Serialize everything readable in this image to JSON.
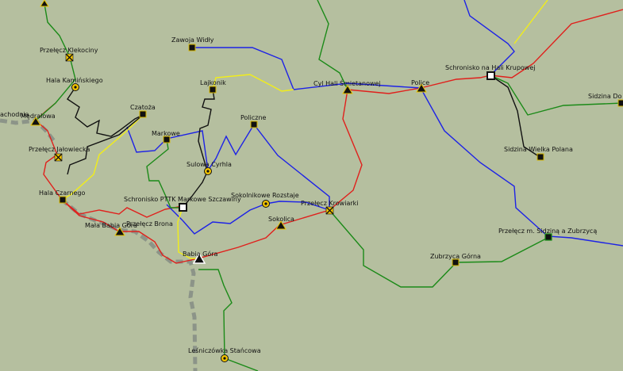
{
  "map": {
    "background": "#b5bf9f",
    "trail_colors": {
      "red": "#e0201c",
      "blue": "#1d22e6",
      "green": "#1b8a18",
      "yellow": "#f2ee18",
      "black": "#111111",
      "border": "#8c9488"
    }
  },
  "places": [
    {
      "id": "przelecz-klekociny",
      "label": "Przełęcz Klekociny",
      "marker": "cross"
    },
    {
      "id": "hala-kaminskiego",
      "label": "Hala Kamińskiego",
      "marker": "circle"
    },
    {
      "id": "zawoja-widly",
      "label": "Zawoja Widły",
      "marker": "square"
    },
    {
      "id": "lajkonik",
      "label": "Lajkonik",
      "marker": "square"
    },
    {
      "id": "czatoza",
      "label": "Czatoża",
      "marker": "square"
    },
    {
      "id": "mędralowa",
      "label": "Mędralowa",
      "marker": "triangle"
    },
    {
      "id": "przelecz-jalowiecka",
      "label": "Przełęcz Jałowiecka",
      "marker": "cross"
    },
    {
      "id": "markowe",
      "label": "Markowe",
      "marker": "square"
    },
    {
      "id": "policzne",
      "label": "Policzne",
      "marker": "square"
    },
    {
      "id": "sulowa-cyrhla",
      "label": "Sulowa Cyrhla",
      "marker": "circle"
    },
    {
      "id": "hala-czarnego",
      "label": "Hala Czarnego",
      "marker": "square"
    },
    {
      "id": "schronisko-markowe",
      "label": "Schronisko PTTK Markowe Szczawiny",
      "marker": "hut"
    },
    {
      "id": "sokolnikowe-rozstaje",
      "label": "Sokolnikowe Rozstaje",
      "marker": "circle"
    },
    {
      "id": "przelecz-krowiarki",
      "label": "Przełęcz Krowiarki",
      "marker": "cross"
    },
    {
      "id": "sokolica",
      "label": "Sokolica",
      "marker": "triangle"
    },
    {
      "id": "mala-babia-gora",
      "label": "Mała Babia Góra",
      "marker": "triangle"
    },
    {
      "id": "przelecz-brona",
      "label": "Przełęcz Brona",
      "marker": "none"
    },
    {
      "id": "babia-gora",
      "label": "Babia Góra",
      "marker": "triangle-main"
    },
    {
      "id": "cyl-hali-smietanowej",
      "label": "Cyl Hali Śmietanowej",
      "marker": "triangle"
    },
    {
      "id": "police",
      "label": "Police",
      "marker": "triangle"
    },
    {
      "id": "schronisko-hala-krupowa",
      "label": "Schronisko na Hali Krupowej",
      "marker": "hut"
    },
    {
      "id": "sidzina-dolna",
      "label": "Sidzina Do",
      "marker": "square"
    },
    {
      "id": "sidzina-wielka-polana",
      "label": "Sidzina Wielka Polana",
      "marker": "square"
    },
    {
      "id": "przelecz-sidzina-zubrzyca",
      "label": "Przełęcz m. Sidziną a Zubrzycą",
      "marker": "square-green"
    },
    {
      "id": "zubrzyca-gorna",
      "label": "Zubrzyca Górna",
      "marker": "square"
    },
    {
      "id": "lesniczowka-stancowa",
      "label": "Leśniczówka Stańcowa",
      "marker": "circle"
    },
    {
      "id": "zachodnia",
      "label": "achodnia",
      "marker": "none"
    }
  ]
}
